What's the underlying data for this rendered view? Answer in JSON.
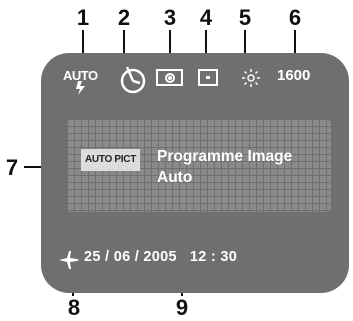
{
  "callouts": {
    "c1": "1",
    "c2": "2",
    "c3": "3",
    "c4": "4",
    "c5": "5",
    "c6": "6",
    "c7": "7",
    "c8": "8",
    "c9": "9"
  },
  "screen": {
    "flash_mode": "AUTO",
    "self_timer_icon": "self-timer-icon",
    "metering_icon": "center-weighted-metering-icon",
    "af_icon": "spot-af-icon",
    "white_balance_icon": "daylight-white-balance-icon",
    "iso": "1600",
    "picture_mode_badge": "AUTO PICT",
    "picture_mode_name_line1": "Programme Image",
    "picture_mode_name_line2": "Auto",
    "world_time_icon": "airplane-icon",
    "datetime": "25 / 06 / 2005   12 : 30"
  }
}
